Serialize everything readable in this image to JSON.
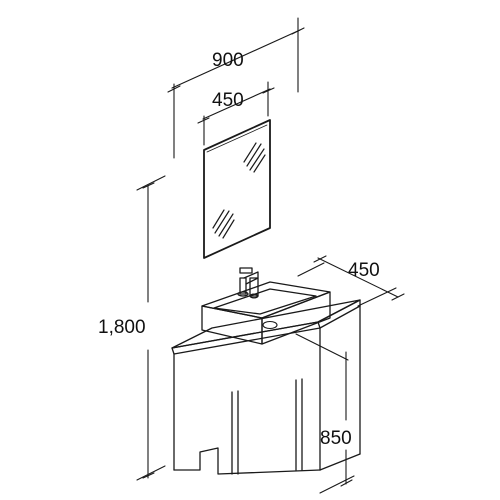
{
  "dimensions": {
    "overall_width": "900",
    "mirror_width": "450",
    "depth": "450",
    "overall_height": "1,800",
    "counter_height": "850"
  },
  "colors": {
    "line": "#1a1a1a",
    "background": "#ffffff"
  }
}
